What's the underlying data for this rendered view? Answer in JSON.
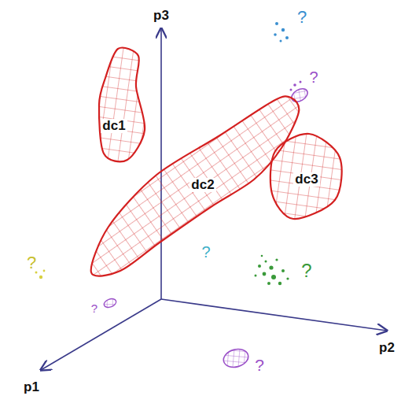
{
  "diagram": {
    "nodes": [
      {
        "text": [
          "dc1"
        ]
      },
      {
        "text": [
          "dc2"
        ]
      },
      {
        "text": [
          "dc3"
        ]
      }
    ],
    "labels": [
      "p3",
      "p1",
      "p2",
      "?",
      "?",
      "?",
      "?",
      "?",
      "?",
      "?"
    ]
  }
}
